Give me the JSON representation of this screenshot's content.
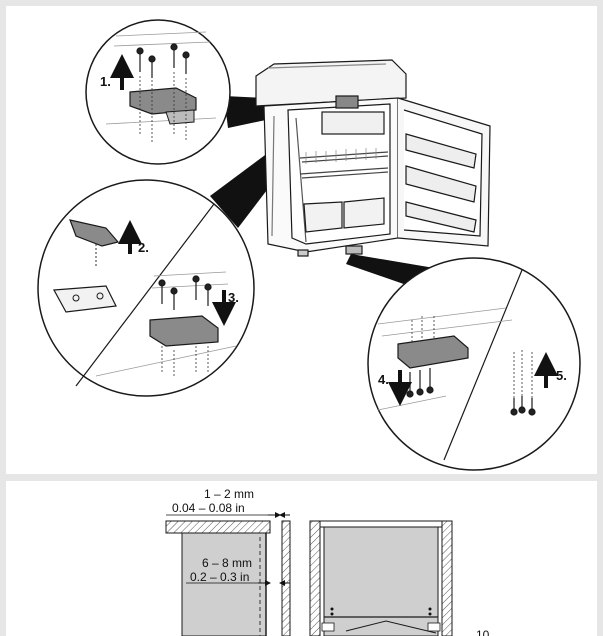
{
  "steps": [
    {
      "label": "1.",
      "direction": "up"
    },
    {
      "label": "2.",
      "direction": "up"
    },
    {
      "label": "3.",
      "direction": "down"
    },
    {
      "label": "4.",
      "direction": "down"
    },
    {
      "label": "5.",
      "direction": "up"
    }
  ],
  "dimensions": {
    "gap_top_mm": "1 – 2 mm",
    "gap_top_in": "0.04 – 0.08 in",
    "gap_side_mm": "6 – 8 mm",
    "gap_side_in": "0.2 – 0.3 in",
    "partial_value": "10"
  },
  "colors": {
    "line": "#1a1a1a",
    "bracket": "#8a8a8a",
    "hatch": "#555555",
    "panel_bg": "#ffffff",
    "frame_bg": "#e6e6e6"
  }
}
